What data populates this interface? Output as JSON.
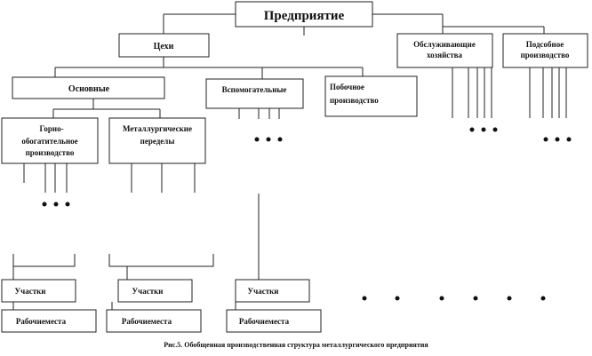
{
  "diagram": {
    "nodes": {
      "enterprise": "Предприятие",
      "shops": "Цехи",
      "service": [
        "Обслуживающие",
        "хозяйства"
      ],
      "subsidiary": [
        "Подсобное",
        "производство"
      ],
      "main": "Основные",
      "auxiliary": "Вспомогательные",
      "secondary": [
        "Побочное",
        "производство"
      ],
      "mining": [
        "Горно-",
        "обогатительное",
        "производство"
      ],
      "metallurgical": [
        "Металлургические",
        "переделы"
      ],
      "section_1": "Участки",
      "section_2": "Участки",
      "section_3": "Участки",
      "workplaces_1": "Рабочиеместа",
      "workplaces_2": "Рабочиеместа",
      "workplaces_3": "Рабочиеместа"
    },
    "caption": "Рис.5. Обобщенная производственная структура металлургического предприятия"
  }
}
